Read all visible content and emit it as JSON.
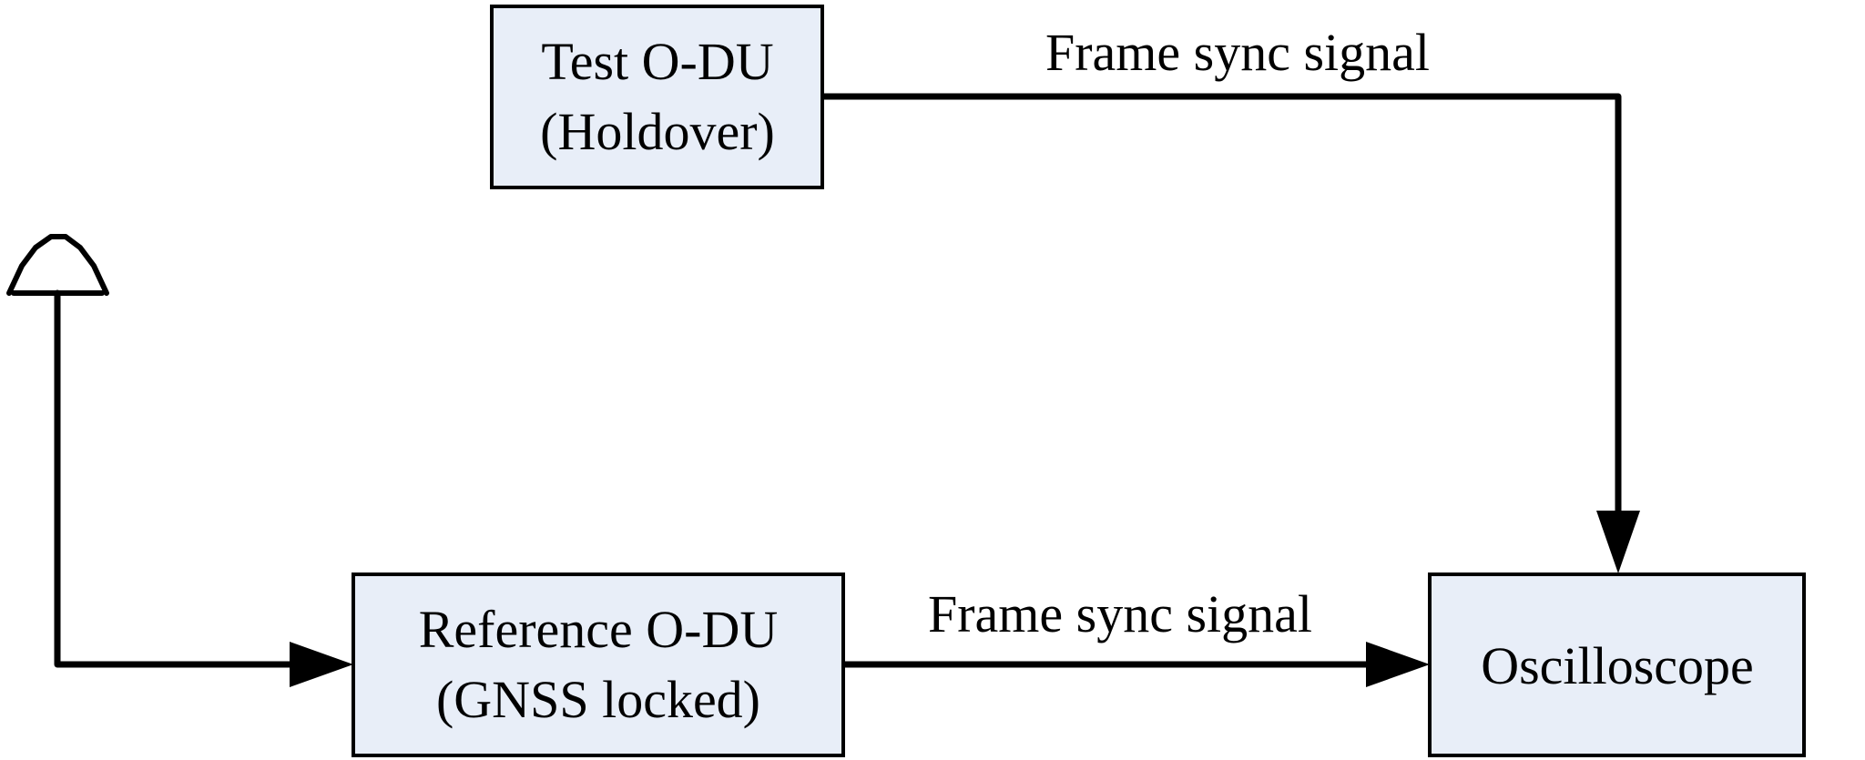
{
  "nodes": {
    "test_odu": {
      "line1": "Test O-DU",
      "line2": "(Holdover)"
    },
    "reference_odu": {
      "line1": "Reference O-DU",
      "line2": "(GNSS locked)"
    },
    "oscilloscope": {
      "label": "Oscilloscope"
    }
  },
  "edges": {
    "top_label": "Frame sync signal",
    "bottom_label": "Frame sync signal"
  },
  "colors": {
    "box_fill": "#e8eef8",
    "line": "#000000"
  },
  "icons": {
    "gnss": "gnss-antenna-icon"
  }
}
